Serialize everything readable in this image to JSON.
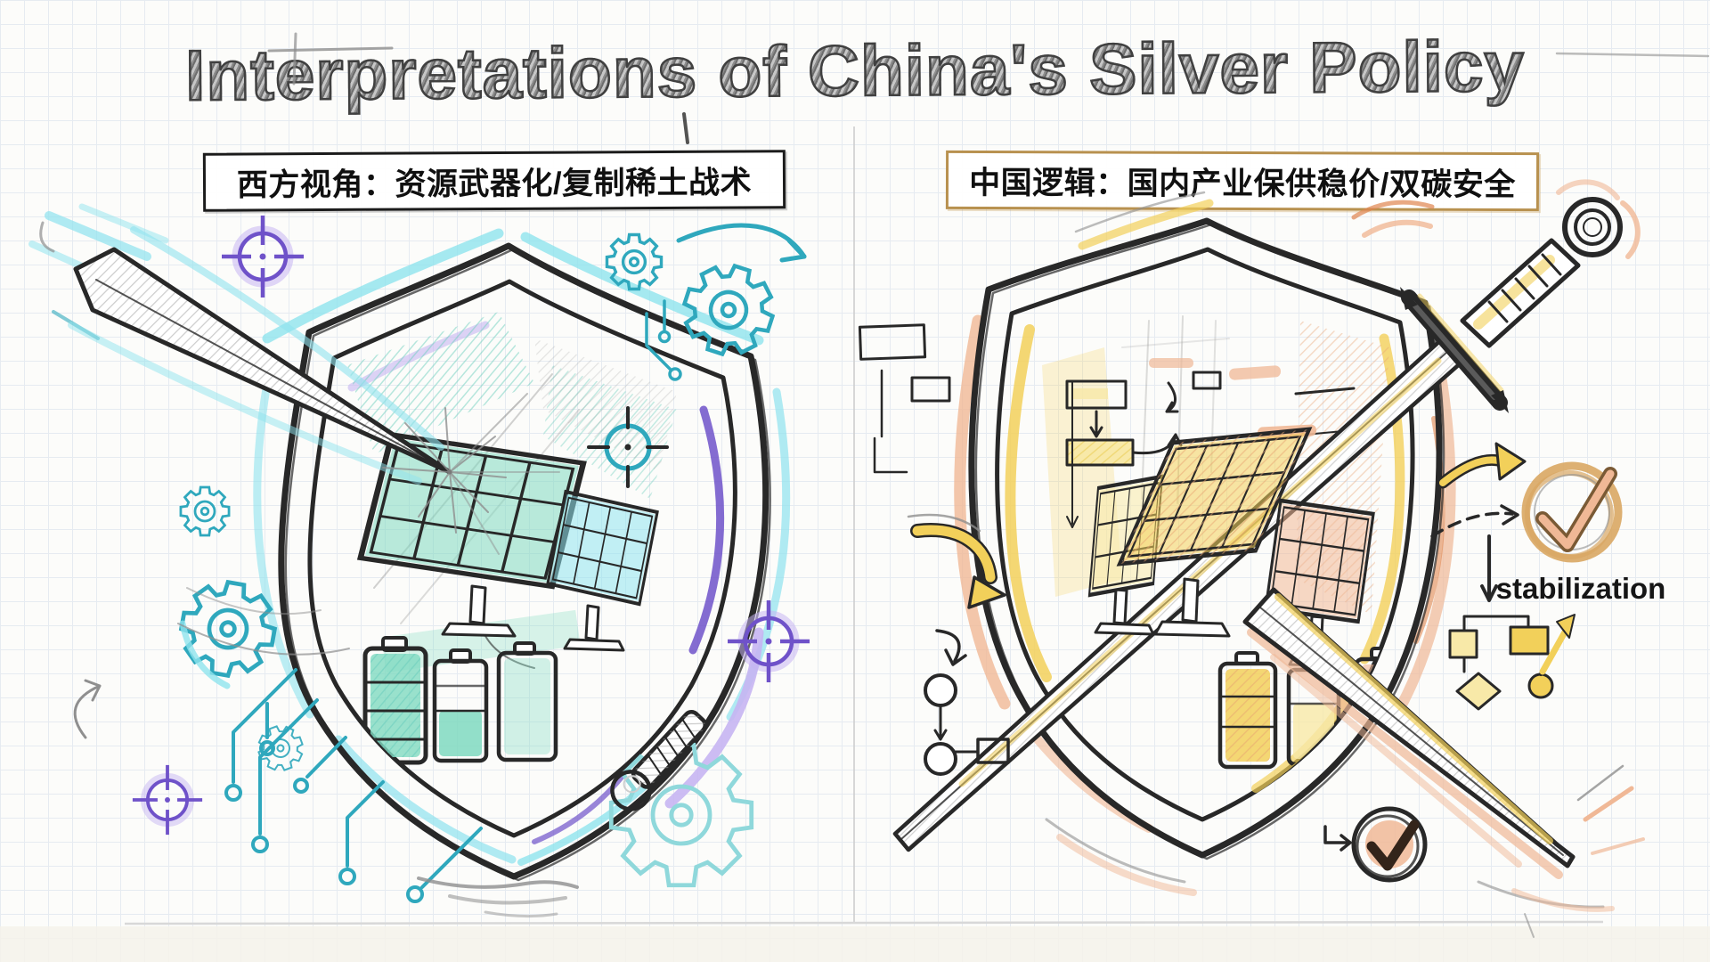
{
  "title": "Interpretations of China's Silver Policy",
  "panels": {
    "west": {
      "heading": "西方视角：资源武器化/复制稀土战术"
    },
    "china": {
      "heading": "中国逻辑：国内产业保供稳价/双碳安全",
      "annotation": "stabilization"
    }
  },
  "colors": {
    "paper": "#fcfcfa",
    "grid": "#e6ebf1",
    "ink": "#282828",
    "pencil": "#8f8f8f",
    "teal": "#2fa8bd",
    "cyanGlow": "#8fe3ee",
    "mint": "#7fd9c0",
    "purple": "#6f52c9",
    "lavender": "#c6b5f2",
    "yellow": "#f2d05a",
    "yellowLight": "#f8e9a8",
    "orange": "#e0854f",
    "orangeLight": "#f0b896",
    "tan": "#d9a763",
    "titleInk": "#404040",
    "chinaBoxBorder": "#b8914f"
  }
}
